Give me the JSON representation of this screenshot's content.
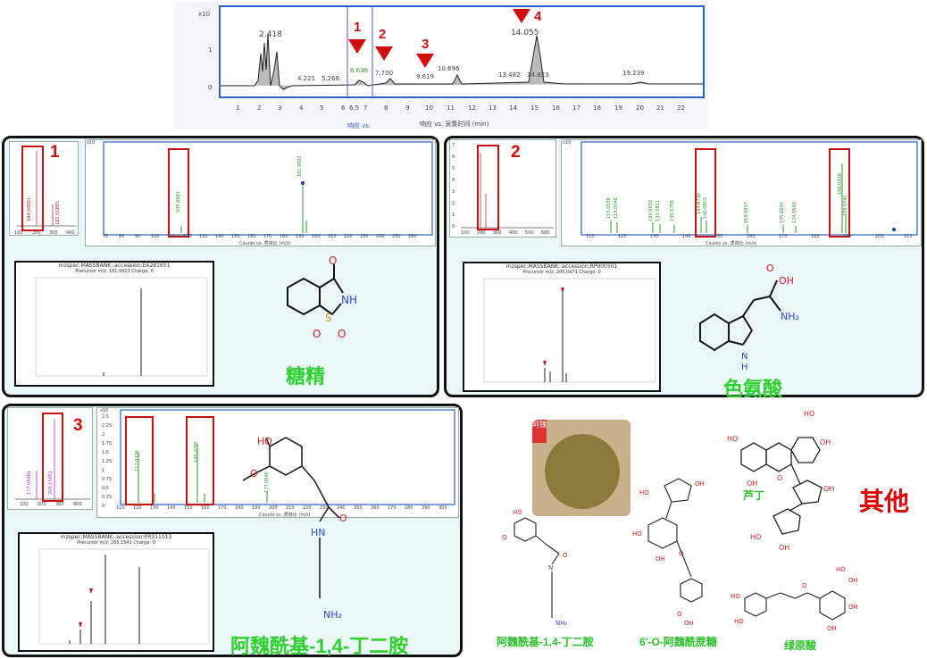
{
  "chromatogram": {
    "y_scale_label": "x10",
    "y_ticks": [
      "1",
      "0"
    ],
    "x_ticks": [
      "1",
      "2",
      "3",
      "4",
      "5",
      "6",
      "6.5",
      "7",
      "8",
      "9",
      "10",
      "11",
      "12",
      "13",
      "14",
      "15",
      "16",
      "17",
      "18",
      "19",
      "20",
      "21",
      "22"
    ],
    "x_axis_label": "响应 vs. 采集时间 (min)",
    "peak_labels": [
      "2.418",
      "4.221",
      "5.268",
      "6.636",
      "7.700",
      "9.619",
      "10.696",
      "13.482",
      "14.055",
      "14.823",
      "19.239"
    ],
    "markers": [
      "1",
      "2",
      "3",
      "4"
    ],
    "selected_window_label": "响应 vs."
  },
  "panel1": {
    "number": "1",
    "name": "糖精",
    "mini_x_ticks": [
      "100",
      "200",
      "300",
      "400"
    ],
    "mini_labels": [
      "184.00001",
      "182.01885"
    ],
    "ms_scale": "x10",
    "ms_x_ticks": [
      "70",
      "80",
      "90",
      "100",
      "110",
      "120",
      "130",
      "140",
      "150",
      "160",
      "170",
      "180",
      "190",
      "200",
      "210",
      "220",
      "230",
      "240",
      "250",
      "260"
    ],
    "ms_x_label": "Counts vs. 质荷比 (m/z)",
    "ms_peak_labels": [
      "105.0681",
      "181.9922"
    ],
    "msbank_title": "mzspec:MASSBANK::accession:EA281651",
    "msbank_sub": "Precursor m/z: 181.9913 Charge: 0"
  },
  "panel2": {
    "number": "2",
    "name": "色氨酸",
    "mini_x_ticks": [
      "100",
      "200",
      "300",
      "400",
      "500",
      "600"
    ],
    "mini_y_ticks": [
      "7",
      "6",
      "5",
      "4",
      "3",
      "2",
      "1",
      "0"
    ],
    "ms_scale": "x10",
    "ms_x_ticks": [
      "110",
      "120",
      "130",
      "140",
      "150",
      "160",
      "170",
      "180",
      "190",
      "200",
      "210"
    ],
    "ms_x_label": "Counts vs. 质荷比 (m/z)",
    "ms_peak_labels": [
      "115.0538",
      "118.0648",
      "130.0650",
      "132.0811",
      "136.0758",
      "143.0730",
      "146.0603",
      "159.0917",
      "170.0600",
      "174.0560",
      "188.0710",
      "189.0742"
    ],
    "msbank_title": "mzspec:MASSBANK::accession:RP000501",
    "msbank_sub": "Precursor m/z: 205.0971 Charge: 0"
  },
  "panel3": {
    "number": "3",
    "name": "阿魏酰基-1,4-丁二胺",
    "mini_x_ticks": [
      "100",
      "200",
      "300",
      "400"
    ],
    "mini_labels": [
      "177.05481",
      "265.15451"
    ],
    "ms_scale": "x10",
    "ms_x_ticks": [
      "110",
      "120",
      "130",
      "140",
      "150",
      "160",
      "170",
      "180",
      "190",
      "200",
      "210",
      "220",
      "230",
      "240",
      "250",
      "260",
      "270",
      "280",
      "290",
      "300"
    ],
    "ms_y_ticks": [
      "2.5",
      "2.25",
      "2",
      "1.75",
      "1.5",
      "1.25",
      "1",
      "0.75",
      "0.5",
      "0.25",
      "0"
    ],
    "ms_x_label": "Counts vs. 质荷比 (m/z)",
    "ms_peak_labels": [
      "117.0336",
      "145.0285",
      "177.0546"
    ],
    "msbank_title": "mzspec:MASSBANK::accession:PR311013",
    "msbank_sub": "Precursor m/z: 265.1541 Charge: 0"
  },
  "others": {
    "heading": "其他",
    "photo_badge": "阿魏",
    "compounds": [
      "芦丁",
      "阿魏酰基-1,4-丁二胺",
      "6'-O-阿魏酰蔗糖",
      "绿原酸"
    ]
  },
  "colors": {
    "accent_red": "#d10d0d",
    "label_green": "#2fd12f",
    "frame_blue": "#2a62c9"
  }
}
